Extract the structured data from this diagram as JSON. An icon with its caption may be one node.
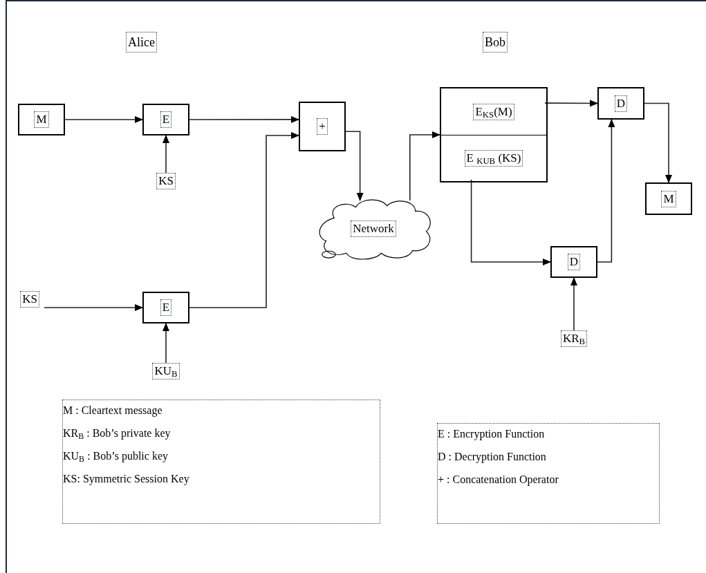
{
  "diagram": {
    "nodes": [
      {
        "text": [
          "M"
        ]
      },
      {
        "text": [
          "E"
        ]
      },
      {
        "text": [
          "KS"
        ]
      },
      {
        "text": [
          "+"
        ]
      },
      {
        "text": [
          "KS"
        ]
      },
      {
        "text": [
          "E"
        ]
      },
      {
        "text": [
          "KU$_{B}$"
        ]
      },
      {
        "text": [
          "Network"
        ]
      },
      {
        "text": [],
        "shape": "box"
      },
      {
        "text": [
          "E$_{KS}$(M)"
        ],
        "in": 8
      },
      {
        "text": [
          "E $_{KUB}$ (KS)"
        ],
        "in": 8
      },
      {
        "text": [
          "D"
        ]
      },
      {
        "text": [
          "M"
        ]
      },
      {
        "text": [
          "D"
        ]
      },
      {
        "text": [
          "KR$_{B}$"
        ]
      },
      {
        "text": [
          "M : Cleartext message",
          "KR$_{B}$ : Bob’s private key",
          "KU$_{B}$ : Bob’s public key",
          "KS: Symmetric Session Key"
        ]
      },
      {
        "text": [
          "E :  Encryption Function",
          "D : Decryption Function",
          "+ : Concatenation Operator"
        ]
      }
    ],
    "edges": [
      {
        "from": 0,
        "to": 1,
        "arrow": "to"
      },
      {
        "from": 1,
        "to": 3,
        "arrow": "to"
      },
      {
        "from": 2,
        "to": 1,
        "arrow": "to"
      },
      {
        "from": 4,
        "to": 5,
        "arrow": "to"
      },
      {
        "from": 6,
        "to": 5,
        "arrow": "to"
      },
      {
        "from": 5,
        "to": 3,
        "arrow": "to"
      },
      {
        "from": 3,
        "to": 7,
        "arrow": "to"
      },
      {
        "from": 7,
        "to": 8,
        "arrow": "to"
      },
      {
        "from": 9,
        "to": 11,
        "arrow": "to"
      },
      {
        "from": 10,
        "to": 13,
        "arrow": "to"
      },
      {
        "from": 13,
        "to": 11,
        "arrow": "to"
      },
      {
        "from": 11,
        "to": 12,
        "arrow": "to"
      },
      {
        "from": 14,
        "to": 13,
        "arrow": "to"
      }
    ],
    "labels": [
      "Alice",
      "Bob"
    ]
  }
}
